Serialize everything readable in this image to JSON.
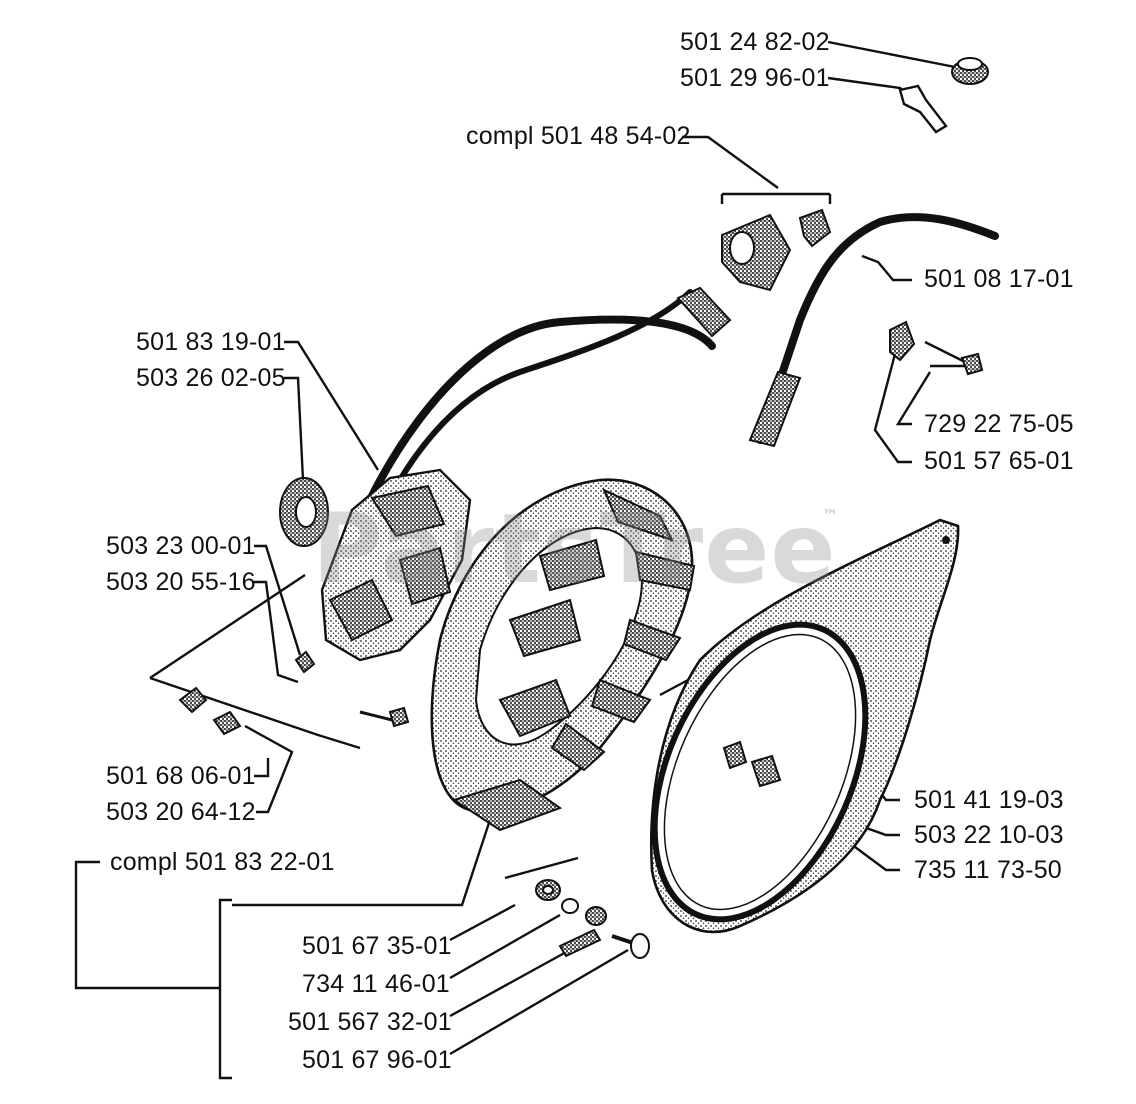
{
  "labels": {
    "p1": "501 24 82-02",
    "p2": "501 29 96-01",
    "p3": "compl 501 48 54-02",
    "p4": "501 08 17-01",
    "p5": "501 83 19-01",
    "p6": "503 26 02-05",
    "p7": "729 22 75-05",
    "p8": "501 57 65-01",
    "p9": "503 23 00-01",
    "p10": "503 20 55-16",
    "p11": "501 68 06-01",
    "p12": "503 20 64-12",
    "p13": "501 41 19-03",
    "p14": "503 22 10-03",
    "p15": "735 11 73-50",
    "p16": "compl 501 83 22-01",
    "p17": "501 67 35-01",
    "p18": "734 11 46-01",
    "p19": "501 567 32-01",
    "p20": "501 67 96-01"
  },
  "watermark": {
    "text": "PartsTree",
    "trademark": "™"
  },
  "colors": {
    "ink": "#111111",
    "watermark": "#8c8c8c"
  }
}
